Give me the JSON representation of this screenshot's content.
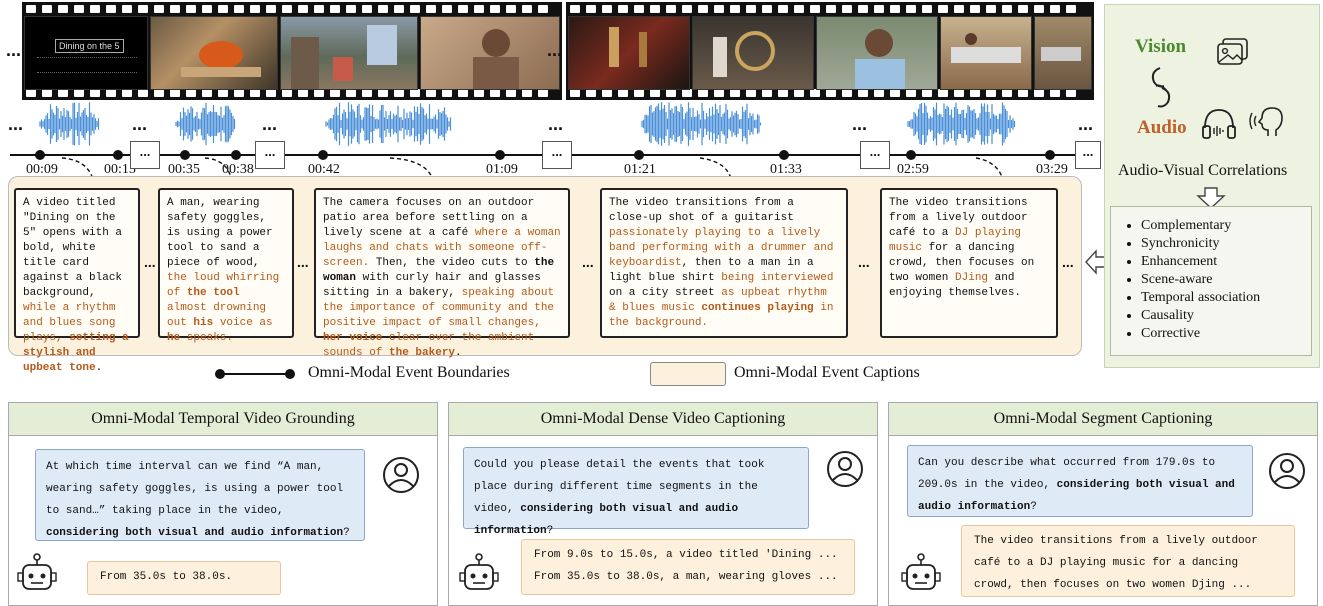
{
  "film": {
    "title_card": "Dining on the 5",
    "left_ellipsis": "...",
    "mid_ellipsis": "..."
  },
  "timeline": {
    "labels": [
      "00:09",
      "00:15",
      "00:35",
      "00:38",
      "00:42",
      "01:09",
      "01:21",
      "01:33",
      "02:59",
      "03:29"
    ],
    "gap_box": "..."
  },
  "captions": [
    {
      "segments": [
        [
          "n",
          "A video titled \"Dining on the 5\" opens with a bold, white title card against a black background, "
        ],
        [
          "h",
          "while a rhythm and blues song plays, "
        ],
        [
          "hb",
          "setting a stylish and upbeat tone"
        ],
        [
          "n",
          "."
        ]
      ]
    },
    {
      "segments": [
        [
          "n",
          "A man, wearing safety goggles, is using a power tool to sand a piece of wood, "
        ],
        [
          "h",
          "the loud whirring of "
        ],
        [
          "hb",
          "the tool"
        ],
        [
          "h",
          " almost drowning out "
        ],
        [
          "hb",
          "his"
        ],
        [
          "h",
          " voice as "
        ],
        [
          "hb",
          "he"
        ],
        [
          "h",
          " speaks."
        ]
      ]
    },
    {
      "segments": [
        [
          "n",
          "The camera focuses on an outdoor patio area before settling on a lively scene at a café "
        ],
        [
          "h",
          "where a woman laughs and chats with someone off-screen."
        ],
        [
          "n",
          " Then, the video cuts to "
        ],
        [
          "b",
          "the woman"
        ],
        [
          "n",
          " with curly hair and glasses sitting in a bakery, "
        ],
        [
          "h",
          "speaking about the importance of community and the positive impact of small changes, "
        ],
        [
          "hb",
          "her voice"
        ],
        [
          "h",
          " clear over the ambient sounds of "
        ],
        [
          "hb",
          "the bakery"
        ],
        [
          "n",
          "."
        ]
      ]
    },
    {
      "segments": [
        [
          "n",
          "The video transitions from a close-up shot of a guitarist "
        ],
        [
          "h",
          "passionately playing to a lively band performing with a drummer and keyboardist"
        ],
        [
          "n",
          ", then to a man in a light blue shirt "
        ],
        [
          "h",
          "being interviewed"
        ],
        [
          "n",
          " on a city street "
        ],
        [
          "h",
          "as upbeat rhythm & blues music "
        ],
        [
          "hb",
          "continues playing"
        ],
        [
          "h",
          " in the background."
        ]
      ]
    },
    {
      "segments": [
        [
          "n",
          "The video transitions from a lively outdoor café to a "
        ],
        [
          "h",
          "DJ playing music"
        ],
        [
          "n",
          " for a dancing crowd, then focuses on two women "
        ],
        [
          "h",
          "DJing"
        ],
        [
          "n",
          " and enjoying themselves."
        ]
      ]
    }
  ],
  "caption_ellipsis": "...",
  "right_panel": {
    "vision": "Vision",
    "audio": "Audio",
    "title": "Audio-Visual Correlations",
    "items": [
      "Complementary",
      "Synchronicity",
      "Enhancement",
      "Scene-aware",
      "Temporal association",
      "Causality",
      "Corrective"
    ]
  },
  "legend": {
    "boundaries": "Omni-Modal Event Boundaries",
    "captions": "Omni-Modal Event Captions"
  },
  "tasks": [
    {
      "title": "Omni-Modal Temporal Video Grounding",
      "question": [
        [
          "n",
          "At which time interval can we find “A man, wearing safety goggles, is using a power tool to sand…” taking place in the video, "
        ],
        [
          "b",
          "considering both visual and audio information"
        ],
        [
          "n",
          "?"
        ]
      ],
      "answer": [
        "From 35.0s to 38.0s."
      ]
    },
    {
      "title": "Omni-Modal Dense Video Captioning",
      "question": [
        [
          "n",
          "Could you please detail the events that took place during different time segments in the video, "
        ],
        [
          "b",
          "considering both visual and audio information"
        ],
        [
          "n",
          "?"
        ]
      ],
      "answer": [
        "From 9.0s to 15.0s, a video titled 'Dining ...",
        "From 35.0s to 38.0s, a man, wearing gloves ..."
      ]
    },
    {
      "title": "Omni-Modal Segment Captioning",
      "question": [
        [
          "n",
          "Can you describe what occurred from 179.0s to 209.0s in the video, "
        ],
        [
          "b",
          "considering both visual and audio information"
        ],
        [
          "n",
          "?"
        ]
      ],
      "answer": [
        "The video transitions from a lively outdoor café to a DJ playing music for a dancing crowd, then focuses on two women Djing ..."
      ]
    }
  ],
  "colors": {
    "accent_text": "#b55a1c",
    "wave": "#4a8fd8",
    "vision": "#4b8a2e",
    "audio": "#c0602a",
    "panel_green": "#edf2e1",
    "caption_bg": "#fbf1dd"
  }
}
